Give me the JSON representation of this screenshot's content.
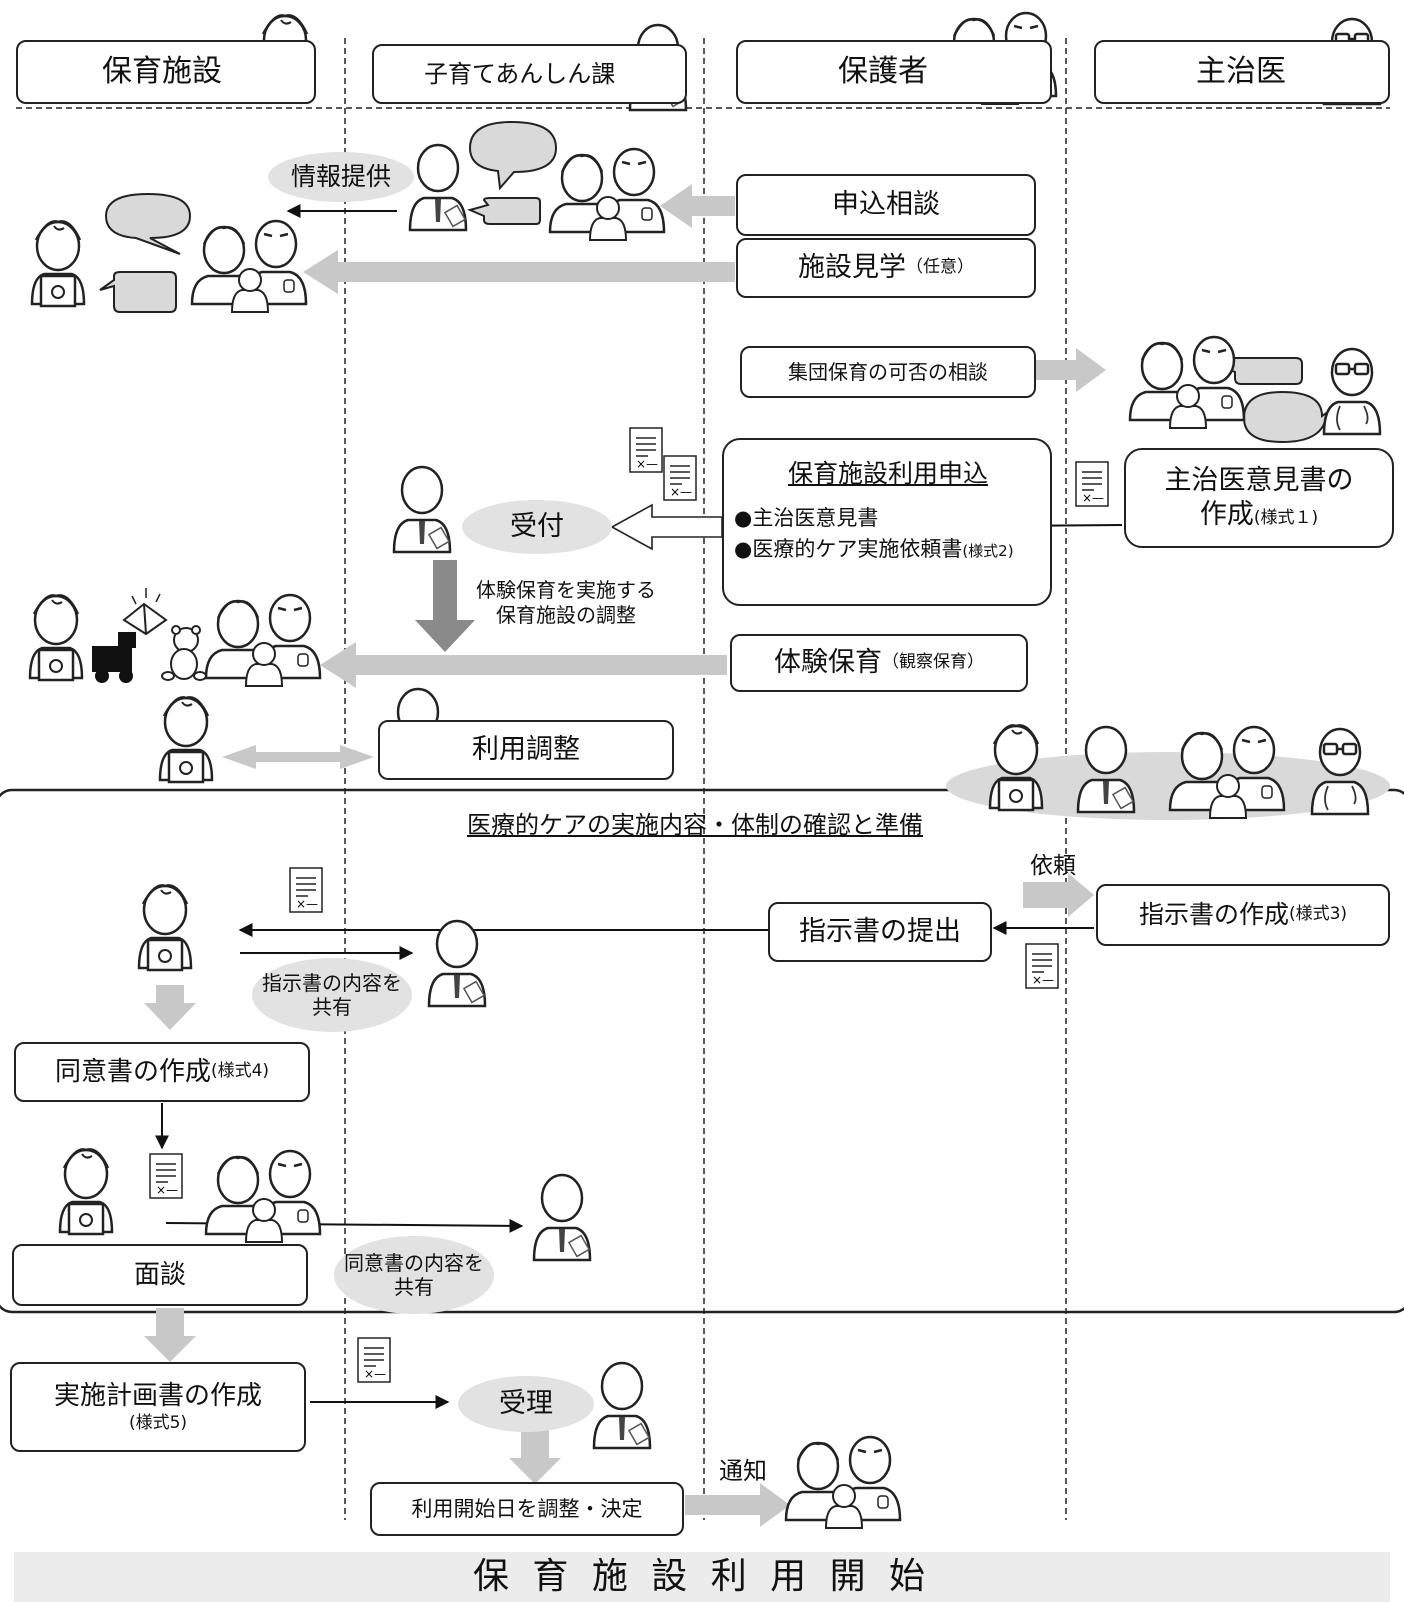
{
  "lanes": {
    "facility": "保育施設",
    "ward": "子育てあんしん課",
    "parent": "保護者",
    "doctor": "主治医"
  },
  "steps": {
    "info": "情報提供",
    "consult": "申込相談",
    "visit": "施設見学",
    "visit_note": "（任意）",
    "group_consult": "集団保育の可否の相談",
    "apply": "保育施設利用申込",
    "apply_item1": "●主治医意見書",
    "apply_item2": "●医療的ケア実施依頼書",
    "apply_item2_note": "(様式2)",
    "opinion_line1": "主治医意見書の",
    "opinion_line2": "作成",
    "opinion_note": "(様式１)",
    "reception": "受付",
    "adjust_line1": "体験保育を実施する",
    "adjust_line2": "保育施設の調整",
    "trial": "体験保育",
    "trial_note": "（観察保育）",
    "use_adjust": "利用調整",
    "section_title": "医療的ケアの実施内容・体制の確認と準備",
    "request": "依頼",
    "instruction_create": "指示書の作成",
    "instruction_create_note": "(様式3)",
    "instruction_submit": "指示書の提出",
    "share_instruction_line1": "指示書の内容を",
    "share_instruction_line2": "共有",
    "consent_create": "同意書の作成",
    "consent_create_note": "(様式4)",
    "interview": "面談",
    "share_consent_line1": "同意書の内容を",
    "share_consent_line2": "共有",
    "plan_create": "実施計画書の作成",
    "plan_create_note": "(様式5)",
    "accept": "受理",
    "start_date": "利用開始日を調整・決定",
    "notify": "通知",
    "final": "保 育 施 設 利 用 開 始"
  },
  "colors": {
    "gray_arrow": "#c8c8c8",
    "dark_arrow": "#8a8a8a",
    "pill": "#e2e2e2",
    "line": "#222222",
    "banner": "#ececec"
  }
}
